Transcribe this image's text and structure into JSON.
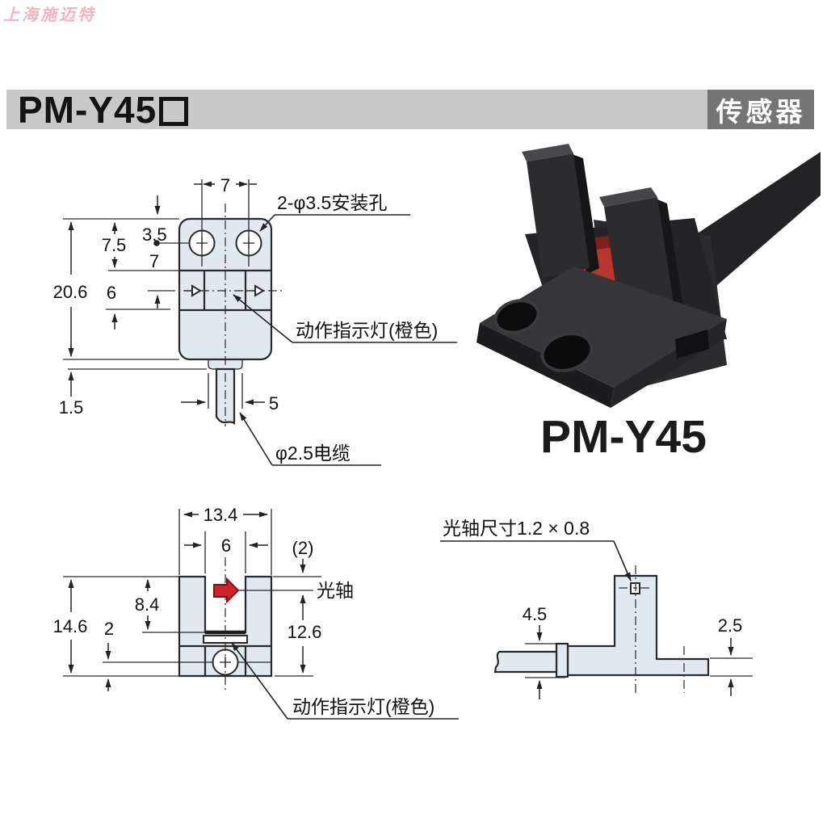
{
  "watermark": {
    "text": "上海施迈特"
  },
  "header": {
    "model": "PM-Y45",
    "model_suffix_icon": "open-square-box",
    "category": "传感器"
  },
  "product": {
    "caption": "PM-Y45"
  },
  "front_view": {
    "hole_pitch": "7",
    "edge_to_hole": "3.5",
    "edge_to_step": "7.5",
    "step_width": "7",
    "overall_height": "20.6",
    "axis_section_height": "6",
    "bottom_lip": "1.5",
    "neck_width": "5",
    "mounting_holes_label": "2-φ3.5安装孔",
    "indicator_label": "动作指示灯(橙色)",
    "cable_label": "φ2.5电缆"
  },
  "slot_view": {
    "overall_width": "13.4",
    "slot_width": "6",
    "axis_offset": "(2)",
    "slot_depth": "8.4",
    "overall_height": "14.6",
    "indicator_offset": "2",
    "axis_to_bottom": "12.6",
    "optical_axis_label": "光轴",
    "indicator_label": "动作指示灯(橙色)"
  },
  "side_view": {
    "beam_size_label": "光轴尺寸1.2 × 0.8",
    "base_height": "4.5",
    "arm_thickness": "2.5"
  },
  "colors": {
    "accent_red": "#d2232a",
    "drawing_fill": "#dfe9ee",
    "bar_gray": "#c9c9c9",
    "badge_gray": "#757575"
  }
}
